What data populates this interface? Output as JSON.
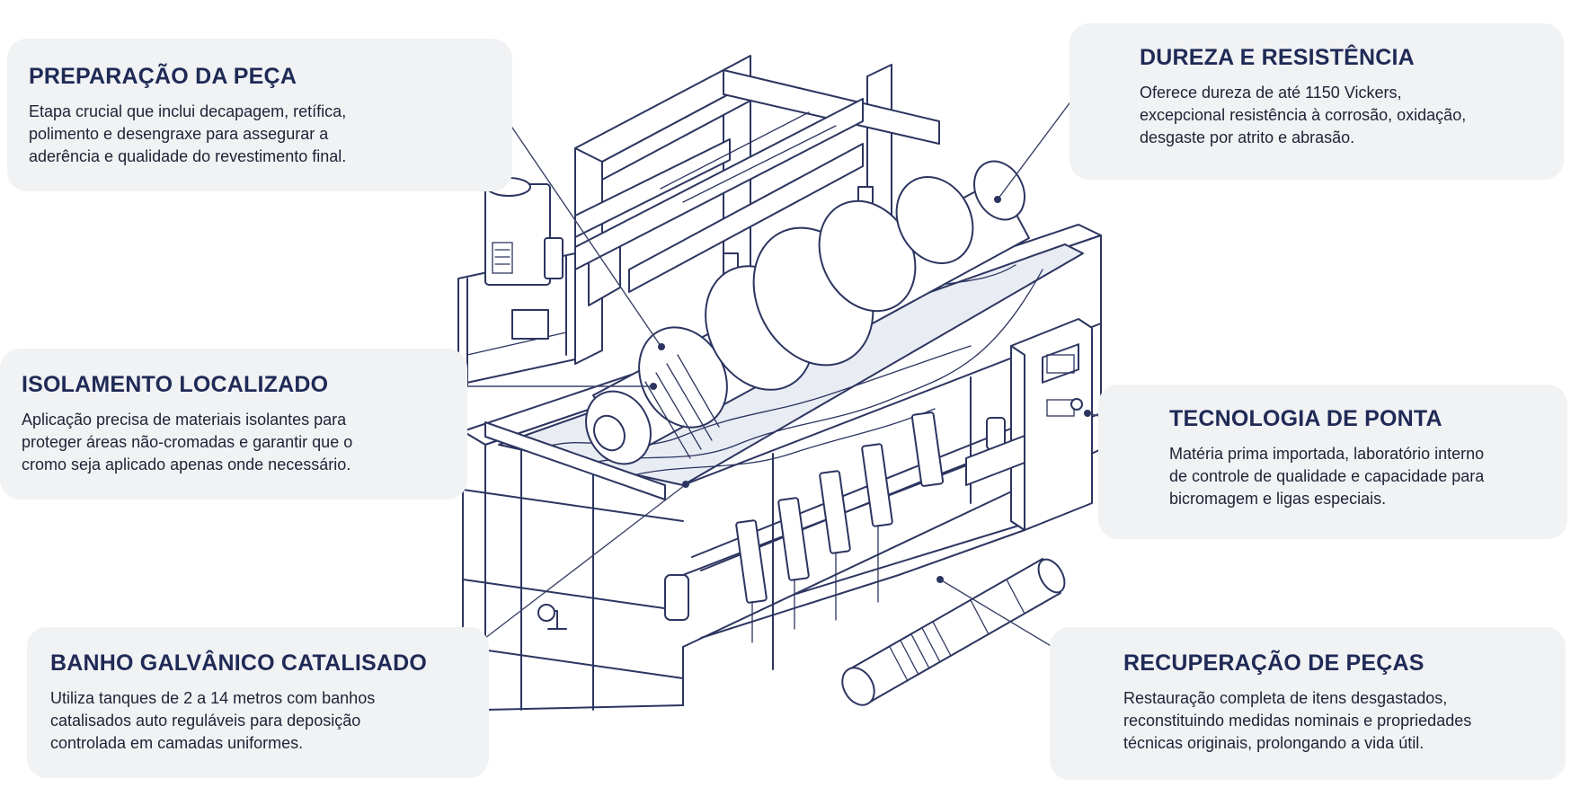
{
  "callouts": {
    "preparacao": {
      "title": "PREPARAÇÃO DA PEÇA",
      "text": "Etapa crucial que inclui decapagem, retífica,\npolimento e desengraxe para assegurar a\naderência e qualidade do revestimento final."
    },
    "dureza": {
      "title": "DUREZA E RESISTÊNCIA",
      "text": "Oferece dureza de até 1150 Vickers,\nexcepcional resistência à corrosão, oxidação,\ndesgaste por atrito e abrasão."
    },
    "isolamento": {
      "title": "ISOLAMENTO LOCALIZADO",
      "text": "Aplicação precisa de materiais isolantes para\nproteger áreas não-cromadas e garantir que o\ncromo seja aplicado apenas onde necessário."
    },
    "tecnologia": {
      "title": "TECNOLOGIA DE PONTA",
      "text": "Matéria prima importada, laboratório interno\nde controle de qualidade e capacidade para\nbicromagem e ligas especiais."
    },
    "banho": {
      "title": "BANHO GALVÂNICO CATALISADO",
      "text": "Utiliza tanques de 2 a 14 metros com banhos\ncatalisados auto reguláveis para deposição\ncontrolada em camadas uniformes."
    },
    "recuperacao": {
      "title": "RECUPERAÇÃO DE PEÇAS",
      "text": "Restauração completa de itens desgastados,\nreconstituindo medidas nominais e propriedades\ntécnicas originais, prolongando a vida útil."
    }
  },
  "colors": {
    "ink": "#2c3560",
    "card_background": "#f1f2f4",
    "title": "#1f2a56",
    "body_text": "#1e2235"
  },
  "illustration": {
    "subject": "chrome plating tank with overhead hoist, shaft being plated, rectifier cabinet, control panel, anodes and spare splined shaft"
  }
}
